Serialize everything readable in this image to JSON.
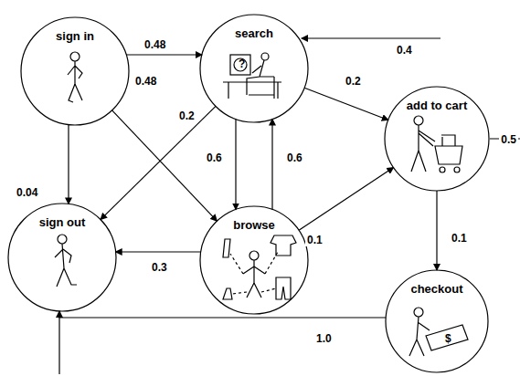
{
  "diagram": {
    "nodes": [
      {
        "text": [
          "sign in"
        ]
      },
      {
        "text": [
          "search"
        ]
      },
      {
        "text": [
          "add to cart"
        ]
      },
      {
        "text": [
          "sign out"
        ]
      },
      {
        "text": [
          "browse"
        ]
      },
      {
        "text": [
          "checkout"
        ]
      }
    ],
    "edges": [
      {
        "from": 0,
        "to": 1,
        "label": "0.48",
        "arrow": "to"
      },
      {
        "from": 0,
        "to": 4,
        "label": "0.48",
        "arrow": "to"
      },
      {
        "from": 0,
        "to": 3,
        "label": "0.04",
        "arrow": "to"
      },
      {
        "from": 1,
        "to": 3,
        "label": "0.2",
        "arrow": "to"
      },
      {
        "from": 1,
        "to": 2,
        "label": "0.2",
        "arrow": "to"
      },
      {
        "from": 1,
        "to": 4,
        "label": "0.6",
        "arrow": "to"
      },
      {
        "from": 4,
        "to": 1,
        "label": "0.6",
        "arrow": "to"
      },
      {
        "from": 4,
        "to": 3,
        "label": "0.3",
        "arrow": "to"
      },
      {
        "from": 4,
        "to": 2,
        "label": "0.1",
        "arrow": "to"
      },
      {
        "from": 2,
        "to": 5,
        "label": "0.1",
        "arrow": "to"
      },
      {
        "from": 5,
        "to": 3,
        "label": "1.0",
        "arrow": "to"
      }
    ],
    "labels": [
      "0.4",
      "0.5",
      "?",
      "$"
    ]
  }
}
